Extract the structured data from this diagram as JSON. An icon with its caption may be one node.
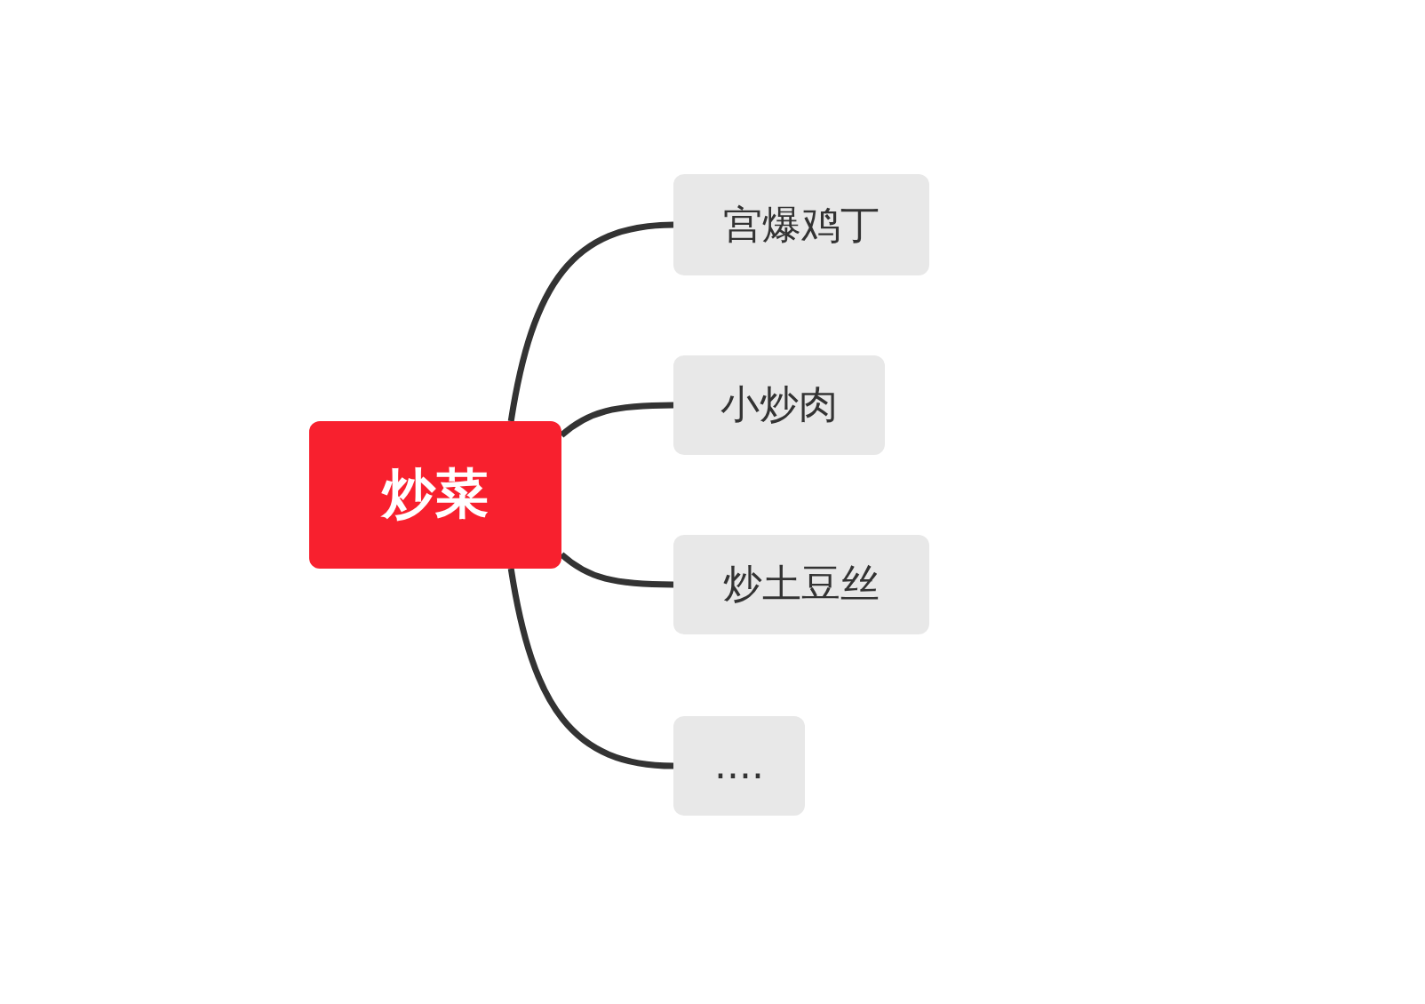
{
  "diagram": {
    "nodes": [
      {
        "text": [
          "炒菜"
        ]
      },
      {
        "text": [
          "宫爆鸡丁"
        ]
      },
      {
        "text": [
          "小炒肉"
        ]
      },
      {
        "text": [
          "炒土豆丝"
        ]
      },
      {
        "text": [
          "...."
        ]
      }
    ],
    "edges": [
      {
        "from": 0,
        "to": 1,
        "arrow": "none"
      },
      {
        "from": 0,
        "to": 2,
        "arrow": "none"
      },
      {
        "from": 0,
        "to": 3,
        "arrow": "none"
      },
      {
        "from": 0,
        "to": 4,
        "arrow": "none"
      }
    ]
  }
}
